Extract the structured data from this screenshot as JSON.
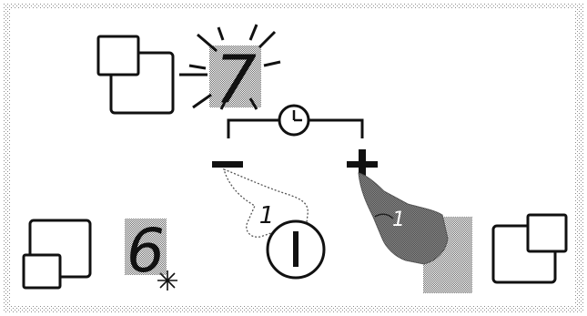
{
  "panel": {
    "center_display_digit": "7",
    "left_display_digit": "6",
    "hint_step_number": "1",
    "finger_label": "1",
    "minus_symbol": "−",
    "plus_symbol": "+"
  },
  "icons": {
    "top_left": "zone-select-icon",
    "bottom_left": "zone-small-icon",
    "bottom_right": "zone-large-icon",
    "timer": "clock-icon",
    "timer_large": "timer-dial-icon",
    "touch": "finger-touch-icon"
  },
  "colors": {
    "stroke": "#111111",
    "dither": "#9a9a9a",
    "background": "#ffffff"
  }
}
